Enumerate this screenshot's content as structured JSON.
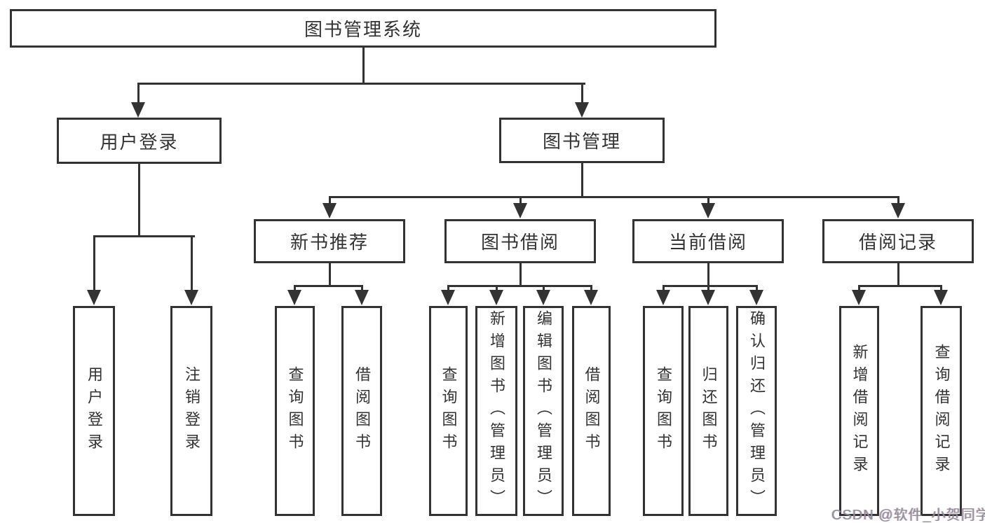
{
  "diagram": {
    "title": "图书管理系统",
    "colors": {
      "line": "#333333",
      "text": "#333333",
      "background": "#ffffff",
      "watermark": "#8f8f96"
    },
    "watermark": "CSDN @软件_小贺同学",
    "nodes": {
      "root": {
        "label": "图书管理系统"
      },
      "user_login": {
        "label": "用户登录"
      },
      "book_mgmt": {
        "label": "图书管理"
      },
      "new_book_rec": {
        "label": "新书推荐"
      },
      "book_borrow": {
        "label": "图书借阅"
      },
      "current_borrow": {
        "label": "当前借阅"
      },
      "borrow_record": {
        "label": "借阅记录"
      },
      "leaf_user_login": {
        "label": "用户登录"
      },
      "leaf_logout": {
        "label": "注销登录"
      },
      "leaf_query_book_1": {
        "label": "查询图书"
      },
      "leaf_borrow_book_1": {
        "label": "借阅图书"
      },
      "leaf_query_book_2": {
        "label": "查询图书"
      },
      "leaf_add_book": {
        "label": "新增图书（管理员）"
      },
      "leaf_edit_book": {
        "label": "编辑图书（管理员）"
      },
      "leaf_borrow_book_2": {
        "label": "借阅图书"
      },
      "leaf_query_book_3": {
        "label": "查询图书"
      },
      "leaf_return_book": {
        "label": "归还图书"
      },
      "leaf_confirm_return": {
        "label": "确认归还（管理员）"
      },
      "leaf_add_record": {
        "label": "新增借阅记录"
      },
      "leaf_query_record": {
        "label": "查询借阅记录"
      }
    }
  }
}
